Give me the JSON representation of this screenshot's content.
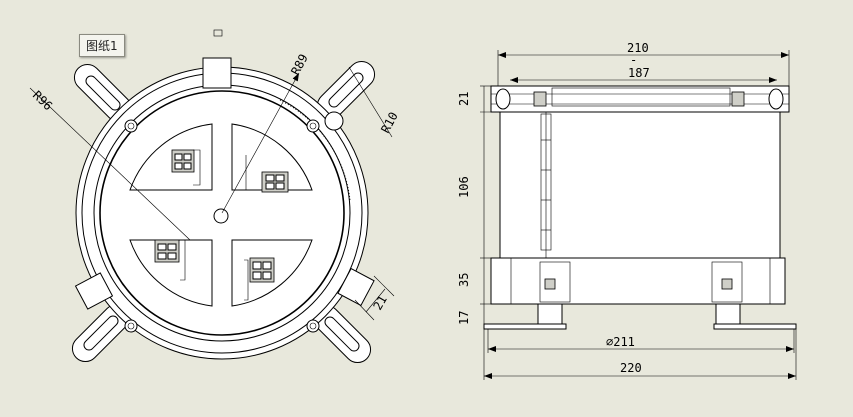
{
  "sheet_tab": {
    "label": "图纸1"
  },
  "top_view": {
    "radius_label_1": "R96",
    "radius_label_2": "R89",
    "radius_label_3": "R10",
    "slot_width_label": "21"
  },
  "front_view": {
    "overall_width_label": "210",
    "inner_width_label": "187",
    "height_label_1": "21",
    "height_label_2": "106",
    "height_label_3": "35",
    "height_label_4": "17",
    "diameter_label": "⌀211",
    "base_width_label": "220"
  }
}
